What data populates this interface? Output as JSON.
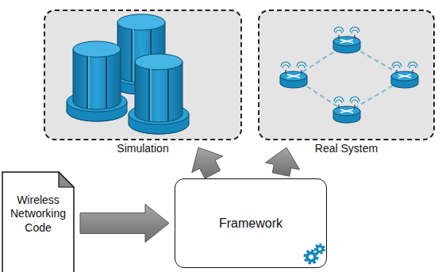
{
  "diagram": {
    "nodes": [
      {
        "text": [
          "Simulation"
        ]
      },
      {
        "text": [
          "Real System"
        ]
      },
      {
        "text": [
          "Wireless Networking Code"
        ]
      },
      {
        "text": [
          "Framework"
        ]
      }
    ],
    "edges": [
      {
        "from": 2,
        "to": 3,
        "arrow": "to"
      },
      {
        "from": 3,
        "to": 0,
        "arrow": "to"
      },
      {
        "from": 3,
        "to": 1,
        "arrow": "to"
      }
    ]
  }
}
